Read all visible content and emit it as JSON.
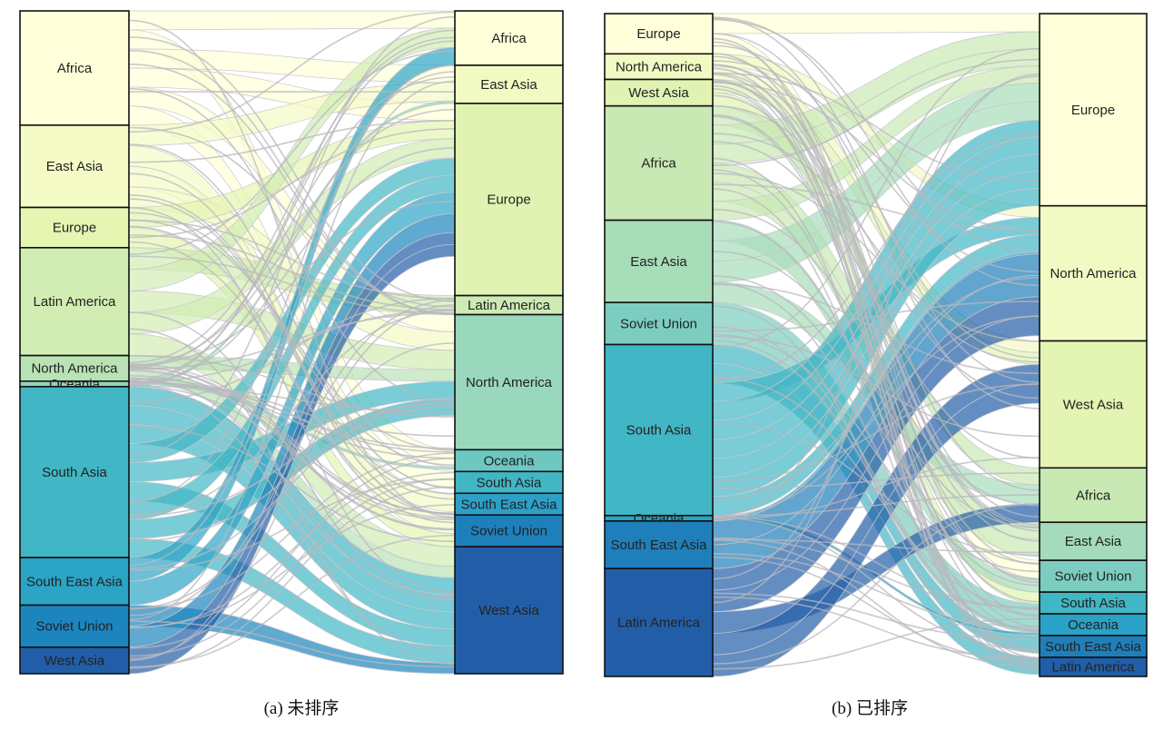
{
  "figure": {
    "panels": [
      {
        "id": "a",
        "caption": "(a)  未排序",
        "left_nodes": [
          {
            "label": "Africa",
            "value": 12.5,
            "color": "#ffffd9"
          },
          {
            "label": "East Asia",
            "value": 9.0,
            "color": "#f4fbc6"
          },
          {
            "label": "Europe",
            "value": 4.4,
            "color": "#e6f5b2"
          },
          {
            "label": "Latin America",
            "value": 11.8,
            "color": "#d2edb3"
          },
          {
            "label": "North America",
            "value": 2.8,
            "color": "#b9e3b5"
          },
          {
            "label": "Oceania",
            "value": 0.6,
            "color": "#8fd3ba"
          },
          {
            "label": "South Asia",
            "value": 18.7,
            "color": "#41b6c4"
          },
          {
            "label": "South East Asia",
            "value": 5.2,
            "color": "#2ca4c6"
          },
          {
            "label": "Soviet Union",
            "value": 4.6,
            "color": "#1d85bd"
          },
          {
            "label": "West Asia",
            "value": 2.9,
            "color": "#225ea8"
          }
        ],
        "right_nodes": [
          {
            "label": "Africa",
            "value": 6.0,
            "color": "#ffffd9"
          },
          {
            "label": "East Asia",
            "value": 4.2,
            "color": "#f2fac4"
          },
          {
            "label": "Europe",
            "value": 21.2,
            "color": "#e1f3b2"
          },
          {
            "label": "Latin America",
            "value": 2.1,
            "color": "#cdebb4"
          },
          {
            "label": "North America",
            "value": 14.9,
            "color": "#99d8bd"
          },
          {
            "label": "Oceania",
            "value": 2.4,
            "color": "#6ec8c1"
          },
          {
            "label": "South Asia",
            "value": 2.4,
            "color": "#41b6c4"
          },
          {
            "label": "South East Asia",
            "value": 2.4,
            "color": "#2ca0c8"
          },
          {
            "label": "Soviet Union",
            "value": 3.5,
            "color": "#1e80bb"
          },
          {
            "label": "West Asia",
            "value": 14.0,
            "color": "#225ea8"
          }
        ]
      },
      {
        "id": "b",
        "caption": "(b)  已排序",
        "left_nodes": [
          {
            "label": "Europe",
            "value": 4.4,
            "color": "#ffffd9"
          },
          {
            "label": "North America",
            "value": 2.8,
            "color": "#f2fac4"
          },
          {
            "label": "West Asia",
            "value": 2.9,
            "color": "#e1f3b2"
          },
          {
            "label": "Africa",
            "value": 12.5,
            "color": "#c9e9b4"
          },
          {
            "label": "East Asia",
            "value": 9.0,
            "color": "#a8ddba"
          },
          {
            "label": "Soviet Union",
            "value": 4.6,
            "color": "#7ccdc0"
          },
          {
            "label": "South Asia",
            "value": 18.7,
            "color": "#41b6c4"
          },
          {
            "label": "Oceania",
            "value": 0.6,
            "color": "#2aa3c5"
          },
          {
            "label": "South East Asia",
            "value": 5.2,
            "color": "#1f7fbb"
          },
          {
            "label": "Latin America",
            "value": 11.8,
            "color": "#225ea8"
          }
        ],
        "right_nodes": [
          {
            "label": "Europe",
            "value": 21.2,
            "color": "#ffffd9"
          },
          {
            "label": "North America",
            "value": 14.9,
            "color": "#f2fac4"
          },
          {
            "label": "West Asia",
            "value": 14.0,
            "color": "#e3f4b3"
          },
          {
            "label": "Africa",
            "value": 6.0,
            "color": "#c9e9b4"
          },
          {
            "label": "East Asia",
            "value": 4.2,
            "color": "#a3dbbb"
          },
          {
            "label": "Soviet Union",
            "value": 3.5,
            "color": "#7ccdc0"
          },
          {
            "label": "South Asia",
            "value": 2.4,
            "color": "#41b6c4"
          },
          {
            "label": "Oceania",
            "value": 2.4,
            "color": "#2aa1c6"
          },
          {
            "label": "South East Asia",
            "value": 2.4,
            "color": "#1e80bb"
          },
          {
            "label": "Latin America",
            "value": 2.1,
            "color": "#225ea8"
          }
        ]
      }
    ]
  }
}
